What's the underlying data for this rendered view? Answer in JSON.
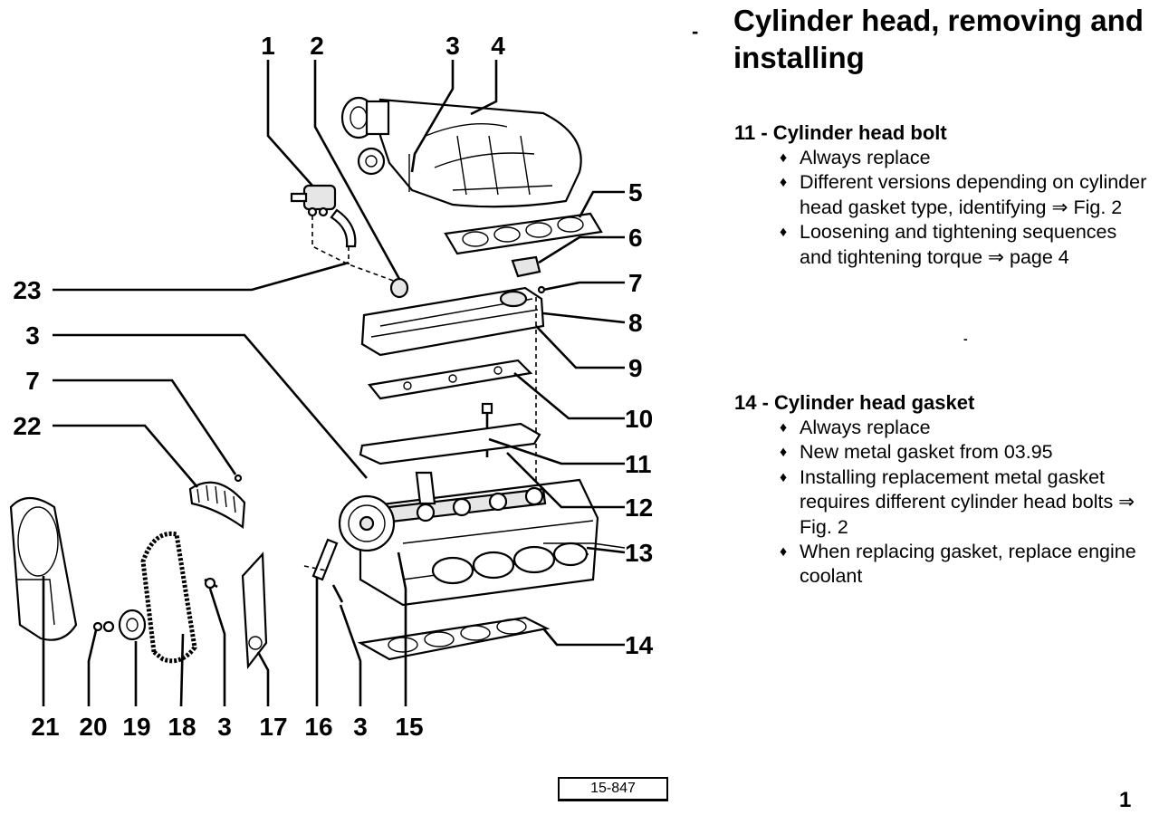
{
  "title": "Cylinder head, removing and installing",
  "figure": {
    "figure_number": "15-847",
    "callouts": [
      "1",
      "2",
      "3",
      "4",
      "5",
      "6",
      "7",
      "8",
      "9",
      "10",
      "11",
      "12",
      "13",
      "14",
      "3",
      "7",
      "22",
      "23",
      "21",
      "20",
      "19",
      "18",
      "3",
      "17",
      "16",
      "3",
      "15"
    ]
  },
  "sections": [
    {
      "heading": "11 - Cylinder head bolt",
      "items": [
        "Always replace",
        "Different versions depending on cylinder head gasket type, identifying ⇒ Fig. 2",
        "Loosening and tightening sequences and tightening torque ⇒ page 4"
      ]
    },
    {
      "heading": "14 - Cylinder head gasket",
      "items": [
        "Always replace",
        "New metal gasket from 03.95",
        "Installing replacement metal gasket requires different cylinder head bolts ⇒ Fig. 2",
        "When replacing gasket, replace engine coolant"
      ]
    }
  ],
  "bullet_glyph": "♦",
  "page_number": "1"
}
